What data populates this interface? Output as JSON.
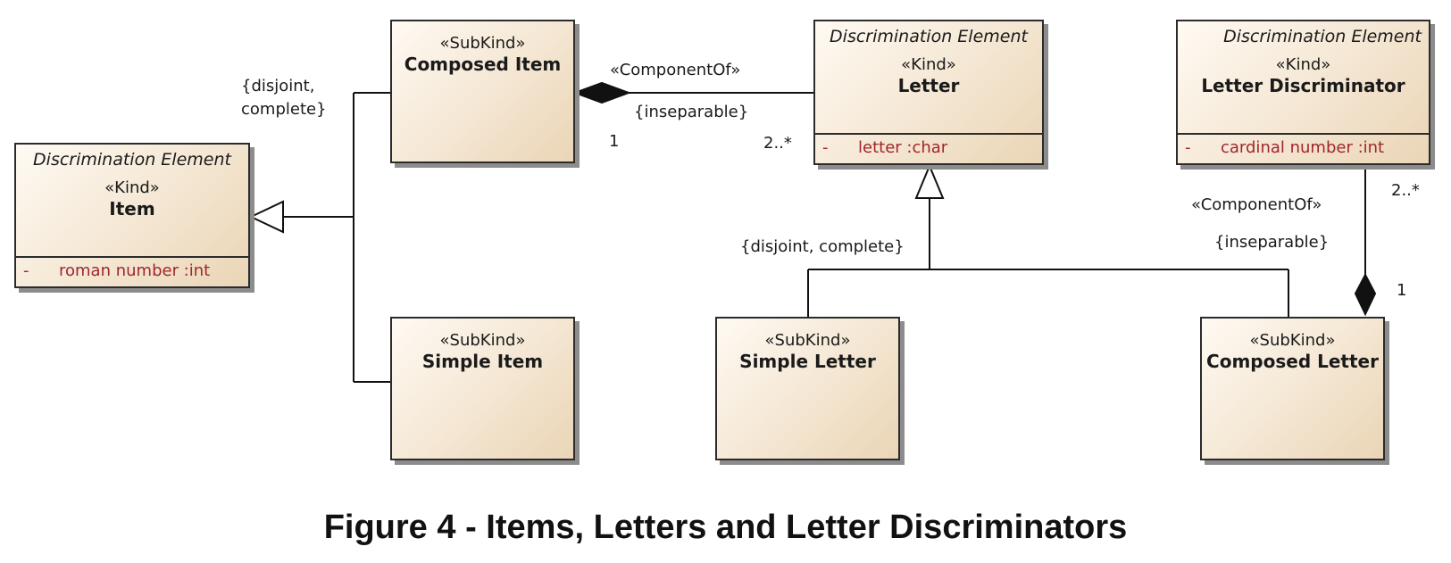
{
  "classes": {
    "item": {
      "abstract_label": "Discrimination Element",
      "stereotype": "«Kind»",
      "name": "Item",
      "attr_vis": "-",
      "attr_text": "roman number  :int"
    },
    "composed_item": {
      "stereotype": "«SubKind»",
      "name": "Composed Item"
    },
    "simple_item": {
      "stereotype": "«SubKind»",
      "name": "Simple Item"
    },
    "letter": {
      "abstract_label": "Discrimination Element",
      "stereotype": "«Kind»",
      "name": "Letter",
      "attr_vis": "-",
      "attr_text": "letter  :char"
    },
    "letter_discriminator": {
      "abstract_label": "Discrimination Element",
      "stereotype": "«Kind»",
      "name": "Letter Discriminator",
      "attr_vis": "-",
      "attr_text": "cardinal number  :int"
    },
    "simple_letter": {
      "stereotype": "«SubKind»",
      "name": "Simple Letter"
    },
    "composed_letter": {
      "stereotype": "«SubKind»",
      "name": "Composed Letter"
    }
  },
  "labels": {
    "gs_item": "{disjoint,\ncomplete}",
    "gs_letter": "{disjoint, complete}",
    "assoc1_stereotype": "«ComponentOf»",
    "assoc1_constraint": "{inseparable}",
    "assoc1_mult_whole": "1",
    "assoc1_mult_part": "2..*",
    "assoc2_stereotype": "«ComponentOf»",
    "assoc2_constraint": "{inseparable}",
    "assoc2_mult_part": "2..*",
    "assoc2_mult_whole": "1"
  },
  "caption": "Figure 4 - Items, Letters and Letter Discriminators"
}
